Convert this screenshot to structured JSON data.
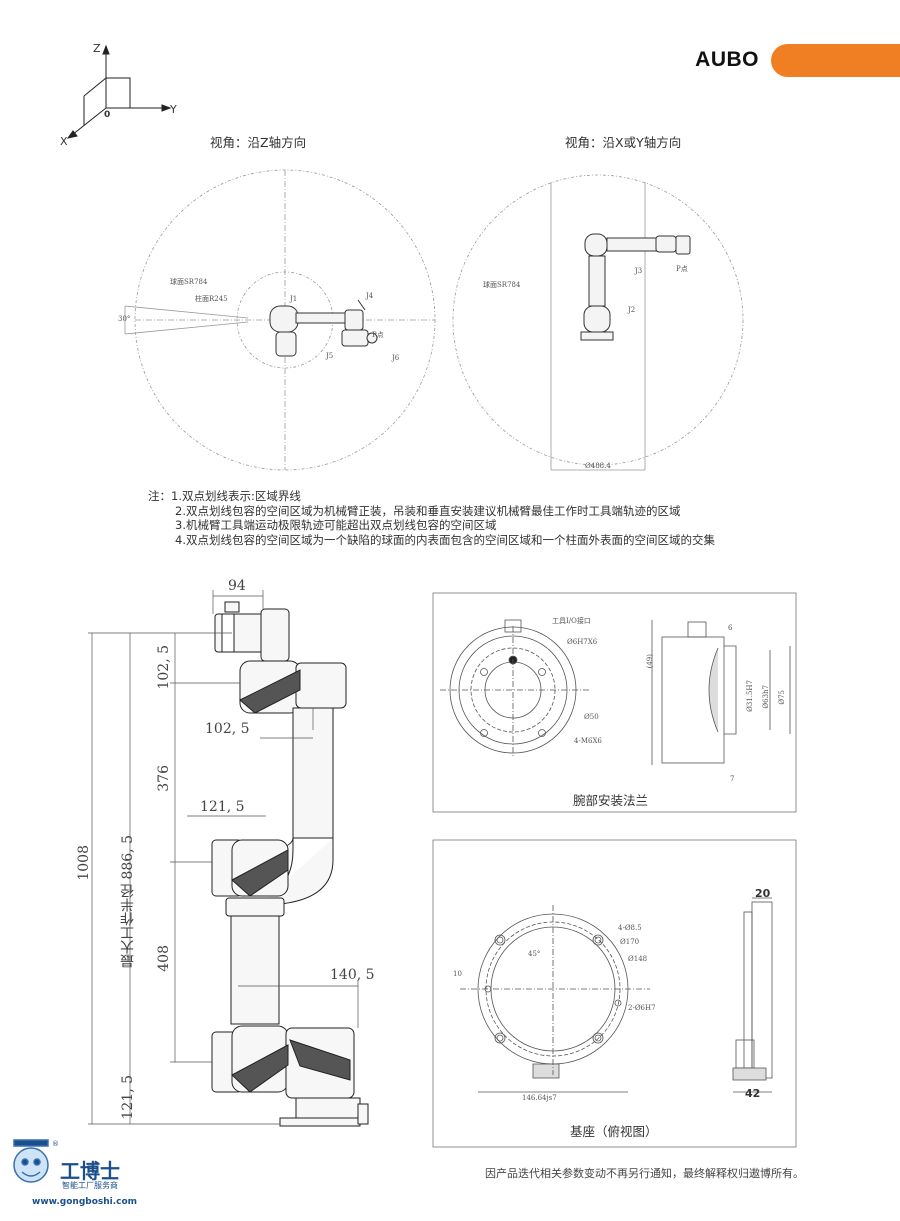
{
  "brand": {
    "name": "AUBO",
    "accent_color": "#f07f23"
  },
  "axes": {
    "z": "Z",
    "y": "Y",
    "x": "X",
    "origin": "0"
  },
  "views": {
    "left_caption": "视角：沿Z轴方向",
    "right_caption": "视角：沿X或Y轴方向",
    "left_labels": {
      "sphere": "球面SR784",
      "cylinder": "柱面R245",
      "j1": "J1",
      "j4": "J4",
      "p": "P点",
      "j5": "J5",
      "j6": "J6",
      "angle": "30°"
    },
    "right_labels": {
      "sphere": "球面SR784",
      "j3": "J3",
      "p": "P点",
      "j2": "J2",
      "diameter": "Ø488.4"
    }
  },
  "notes": [
    "注：1.双点划线表示:区域界线",
    "2.双点划线包容的空间区域为机械臂正装，吊装和垂直安装建议机械臂最佳工作时工具端轨迹的区域",
    "3.机械臂工具端运动极限轨迹可能超出双点划线包容的空间区域",
    "4.双点划线包容的空间区域为一个缺陷的球面的内表面包含的空间区域和一个柱面外表面的空间区域的交集"
  ],
  "arm_dims": {
    "top_width": "94",
    "d1": "102, 5",
    "d2": "102, 5",
    "d3": "376",
    "d4": "121, 5",
    "d5": "408",
    "d6": "140, 5",
    "d7": "121, 5",
    "total": "1008",
    "reach": "最大工作半径  886, 5"
  },
  "wrist_flange": {
    "caption": "腕部安装法兰",
    "labels": {
      "io": "工具I/O接口",
      "pin": "Ø6H7X6",
      "d50": "Ø50",
      "bolts": "4-M6X6",
      "h49": "(49)",
      "w6": "6",
      "d31": "Ø31.5H7",
      "d63": "Ø63h7",
      "d75": "Ø75",
      "l7": "7"
    }
  },
  "base": {
    "caption": "基座（俯视图）",
    "labels": {
      "holes": "4-Ø8.5",
      "d170": "Ø170",
      "d148": "Ø148",
      "ten": "10",
      "pins": "2-Ø6H7",
      "angle": "45°",
      "d146": "146.64js7",
      "w20": "20",
      "w42": "42"
    }
  },
  "footer": "因产品迭代相关参数变动不再另行通知，最终解释权归遨博所有。",
  "watermark": {
    "name": "工博士",
    "sub": "智能工厂服务商",
    "url": "www.gongboshi.com",
    "reg": "®"
  }
}
